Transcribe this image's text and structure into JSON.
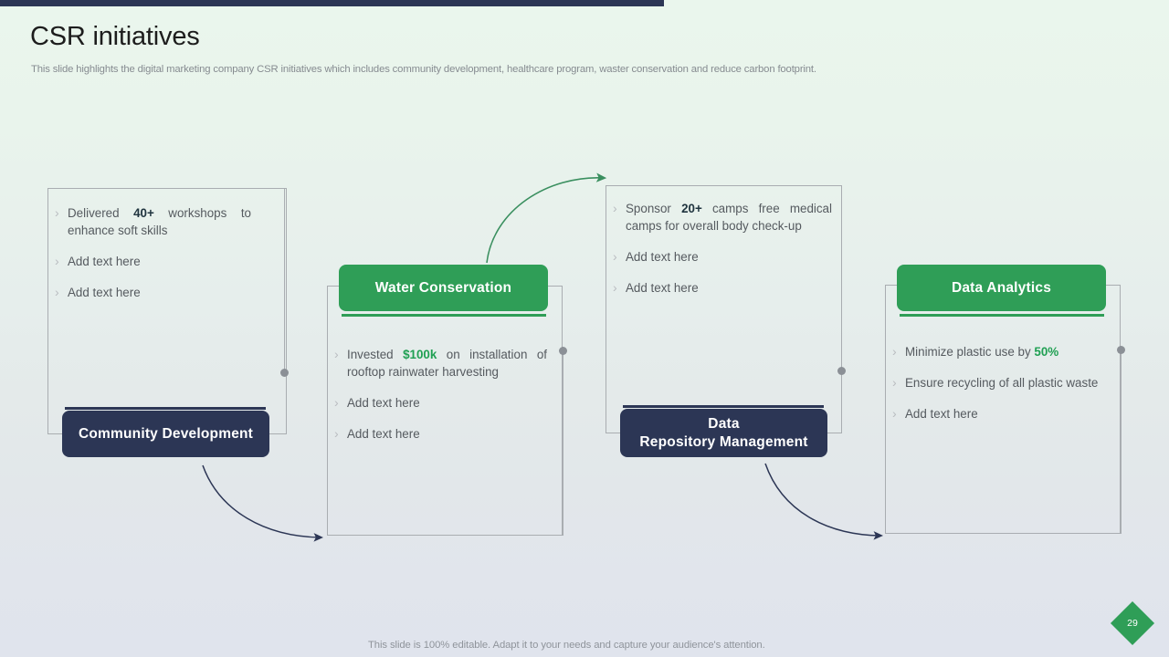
{
  "slide": {
    "title": "CSR initiatives",
    "subtitle": "This slide highlights the digital marketing company CSR initiatives which includes community development, healthcare program, waster conservation and reduce carbon footprint.",
    "footer_note": "This slide is 100% editable. Adapt it to your needs and capture your audience's attention.",
    "page_number": "29"
  },
  "colors": {
    "accent_green": "#2f9e57",
    "accent_navy": "#2c3655",
    "highlight_green": "#20a053",
    "body_text": "#555a5f",
    "frame_line": "#a9adb1",
    "background_top": "#eaf6ed",
    "background_bottom": "#e0e4ed"
  },
  "cards": [
    {
      "id": "community-development",
      "label": "Community Development",
      "label_theme": "navy",
      "label_position": "bottom",
      "bullets": [
        {
          "prefix": "Delivered ",
          "bold": "40+",
          "suffix": " workshops to enhance soft skills",
          "highlight": false
        },
        {
          "prefix": "Add text here",
          "bold": "",
          "suffix": "",
          "highlight": false
        },
        {
          "prefix": "Add text here",
          "bold": "",
          "suffix": "",
          "highlight": false
        }
      ]
    },
    {
      "id": "water-conservation",
      "label": "Water Conservation",
      "label_theme": "green",
      "label_position": "top",
      "bullets": [
        {
          "prefix": "Invested ",
          "bold": "$100k",
          "suffix": " on installation of rooftop rainwater harvesting",
          "highlight": true
        },
        {
          "prefix": "Add text here",
          "bold": "",
          "suffix": "",
          "highlight": false
        },
        {
          "prefix": "Add text here",
          "bold": "",
          "suffix": "",
          "highlight": false
        }
      ]
    },
    {
      "id": "data-repository-management",
      "label": "Data\nRepository Management",
      "label_line1": "Data",
      "label_line2": "Repository Management",
      "label_theme": "navy",
      "label_position": "bottom",
      "bullets": [
        {
          "prefix": "Sponsor ",
          "bold": "20+",
          "suffix": " camps free medical camps for overall body check-up",
          "highlight": false
        },
        {
          "prefix": "Add text here",
          "bold": "",
          "suffix": "",
          "highlight": false
        },
        {
          "prefix": "Add text here",
          "bold": "",
          "suffix": "",
          "highlight": false
        }
      ]
    },
    {
      "id": "data-analytics",
      "label": "Data Analytics",
      "label_theme": "green",
      "label_position": "top",
      "bullets": [
        {
          "prefix": "Minimize plastic use by ",
          "bold": "50%",
          "suffix": "",
          "highlight": true
        },
        {
          "prefix": "Ensure recycling of all plastic waste",
          "bold": "",
          "suffix": "",
          "highlight": false
        },
        {
          "prefix": "Add text here",
          "bold": "",
          "suffix": "",
          "highlight": false
        }
      ]
    }
  ],
  "icons": {
    "bullet_chevron": "›"
  }
}
